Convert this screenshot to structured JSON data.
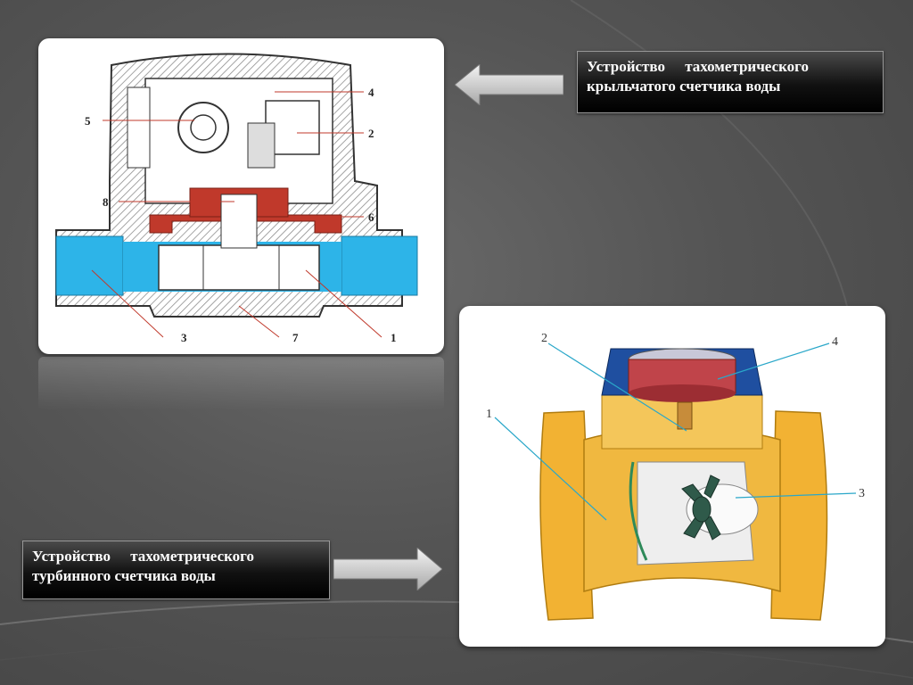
{
  "captions": {
    "vane_line1": "Устройство тахометрического",
    "vane_line2": "крыльчатого счетчика воды",
    "turbine_line1": "Устройство тахометрического",
    "turbine_line2": "турбинного счетчика воды"
  },
  "vane_diagram": {
    "labels": {
      "l1": "1",
      "l2": "2",
      "l3": "3",
      "l4": "4",
      "l5": "5",
      "l6": "6",
      "l7": "7",
      "l8": "8"
    }
  },
  "turbine_diagram": {
    "labels": {
      "l1": "1",
      "l2": "2",
      "l3": "3",
      "l4": "4"
    }
  },
  "colors": {
    "pipe_blue": "#2db4e8",
    "insert_red": "#c0392b",
    "body_yellow": "#f2b233",
    "cap_blue": "#1f4fa0",
    "turbine_green": "#2f5a4a"
  }
}
